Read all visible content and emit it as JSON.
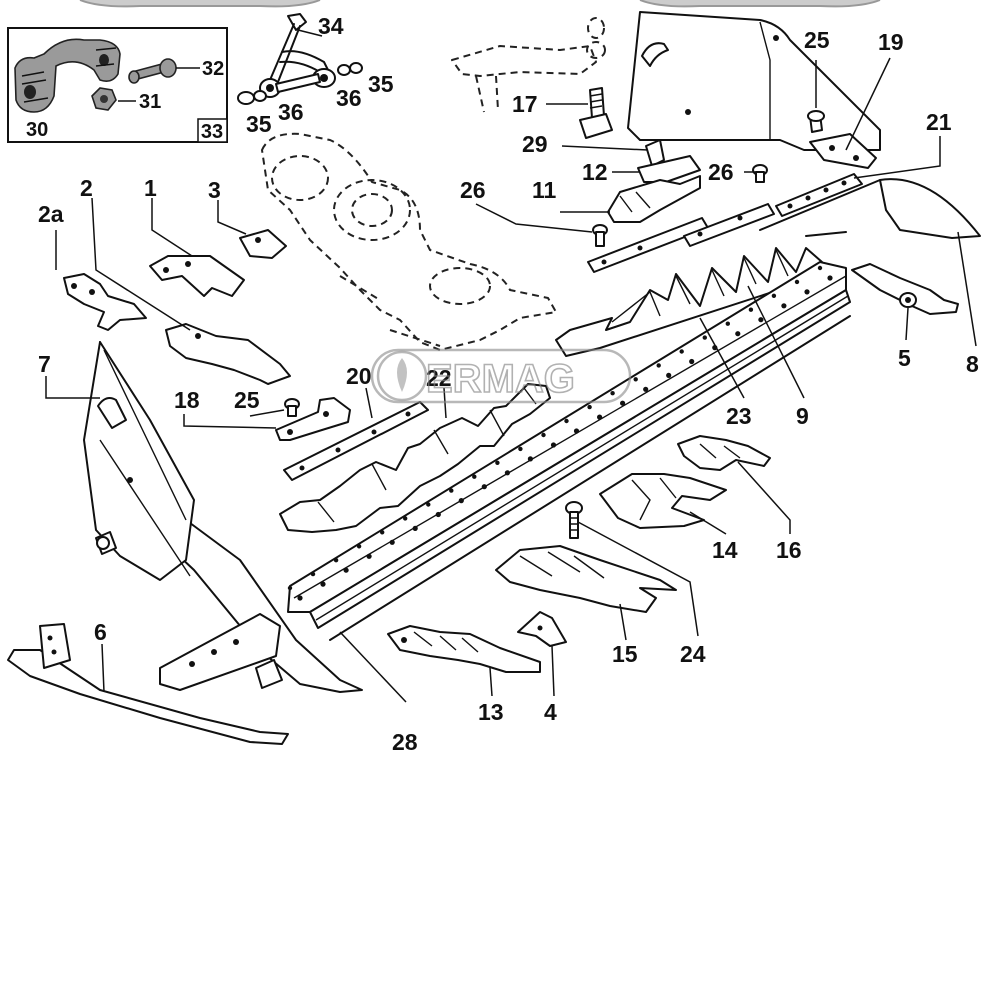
{
  "watermark": {
    "text": "ERMAG"
  },
  "inset": {
    "ref_label": "33"
  },
  "labels": {
    "l1": "1",
    "l2": "2",
    "l2a": "2a",
    "l3": "3",
    "l4": "4",
    "l5": "5",
    "l6": "6",
    "l7": "7",
    "l8": "8",
    "l9": "9",
    "l11": "11",
    "l12": "12",
    "l13": "13",
    "l14": "14",
    "l15": "15",
    "l16": "16",
    "l17": "17",
    "l18": "18",
    "l19": "19",
    "l20": "20",
    "l21": "21",
    "l22": "22",
    "l23": "23",
    "l24": "24",
    "l25a": "25",
    "l25b": "25",
    "l26a": "26",
    "l26b": "26",
    "l28": "28",
    "l29": "29",
    "l30": "30",
    "l31": "31",
    "l32": "32",
    "l34": "34",
    "l35a": "35",
    "l35b": "35",
    "l36a": "36",
    "l36b": "36"
  }
}
